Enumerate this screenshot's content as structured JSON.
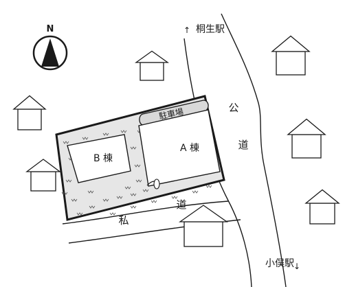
{
  "compass": {
    "north_label": "N"
  },
  "stations": {
    "north": {
      "label": "桐生駅",
      "arrow": "↑"
    },
    "south": {
      "label": "小俣駅",
      "arrow": "↓"
    }
  },
  "roads": {
    "public": {
      "char1": "公",
      "char2": "道"
    },
    "private": {
      "char1": "私",
      "char2": "道"
    }
  },
  "site": {
    "parking_label": "駐車場",
    "building_a_label": "A 棟",
    "building_b_label": "B 棟"
  },
  "colors": {
    "line": "#1a1a1a",
    "site_fill": "#e6e6e6",
    "parking_fill": "#d9d9d9",
    "paper": "#ffffff"
  }
}
